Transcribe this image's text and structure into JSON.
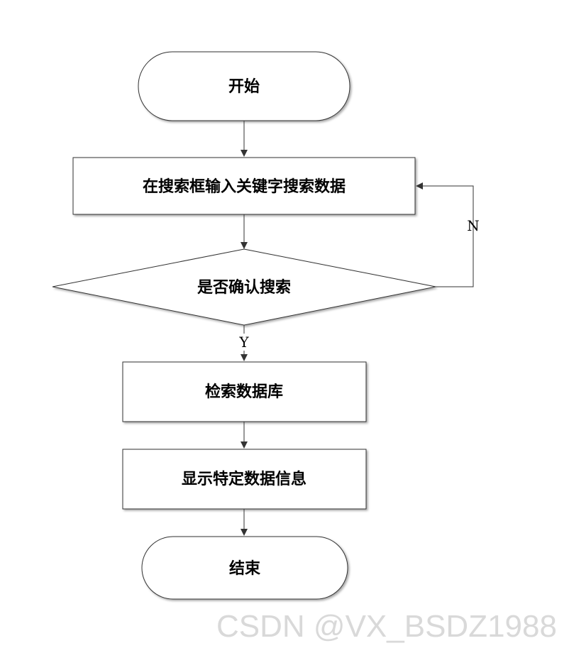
{
  "nodes": {
    "start": "开始",
    "input": "在搜索框输入关键字搜索数据",
    "decision": "是否确认搜索",
    "query": "检索数据库",
    "display": "显示特定数据信息",
    "end": "结束"
  },
  "edges": {
    "no_label": "N",
    "yes_label": "Y"
  },
  "watermark": "CSDN @VX_BSDZ1988"
}
